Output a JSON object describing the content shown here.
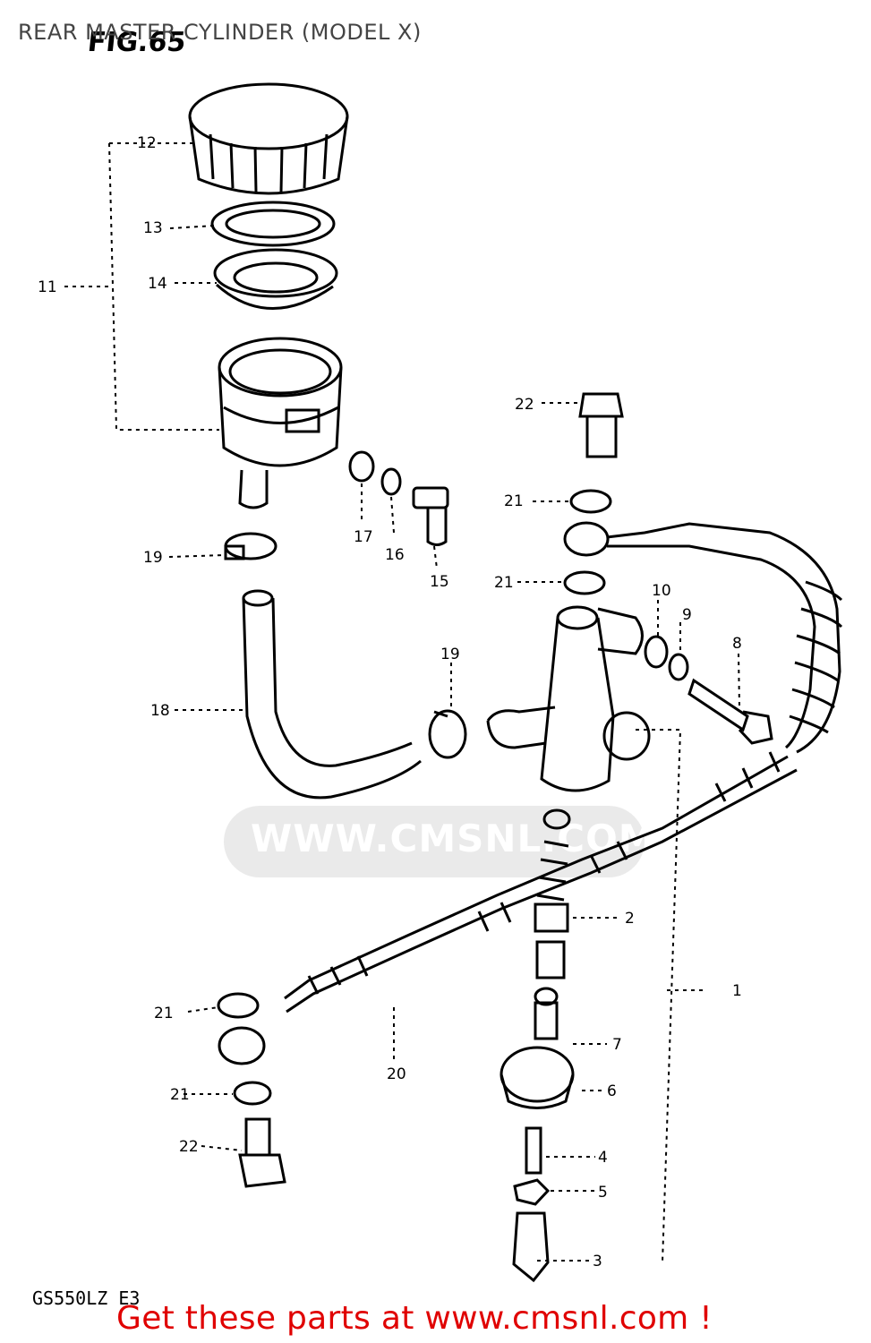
{
  "header": {
    "title": "REAR MASTER CYLINDER (MODEL X)",
    "figure_label": "FIG.65"
  },
  "watermark": {
    "text": "WWW.CMSNL.COM"
  },
  "footer": {
    "model_code": "GS550LZ E3",
    "cta": "Get these parts at www.cmsnl.com !"
  },
  "colors": {
    "header_text": "#444444",
    "cta": "#e00000",
    "line_art": "#000000",
    "watermark": "#d9d9d9"
  },
  "callouts": [
    {
      "id": "c12",
      "text": "12"
    },
    {
      "id": "c13",
      "text": "13"
    },
    {
      "id": "c11",
      "text": "11"
    },
    {
      "id": "c14",
      "text": "14"
    },
    {
      "id": "c22a",
      "text": "22"
    },
    {
      "id": "c17",
      "text": "17"
    },
    {
      "id": "c16",
      "text": "16"
    },
    {
      "id": "c15",
      "text": "15"
    },
    {
      "id": "c21a",
      "text": "21"
    },
    {
      "id": "c21b",
      "text": "21"
    },
    {
      "id": "c19a",
      "text": "19"
    },
    {
      "id": "c10",
      "text": "10"
    },
    {
      "id": "c9",
      "text": "9"
    },
    {
      "id": "c8",
      "text": "8"
    },
    {
      "id": "c19b",
      "text": "19"
    },
    {
      "id": "c18",
      "text": "18"
    },
    {
      "id": "c2",
      "text": "2"
    },
    {
      "id": "c1",
      "text": "1"
    },
    {
      "id": "c21c",
      "text": "21"
    },
    {
      "id": "c20",
      "text": "20"
    },
    {
      "id": "c7",
      "text": "7"
    },
    {
      "id": "c21d",
      "text": "21"
    },
    {
      "id": "c6",
      "text": "6"
    },
    {
      "id": "c22b",
      "text": "22"
    },
    {
      "id": "c4",
      "text": "4"
    },
    {
      "id": "c5",
      "text": "5"
    },
    {
      "id": "c3",
      "text": "3"
    }
  ]
}
